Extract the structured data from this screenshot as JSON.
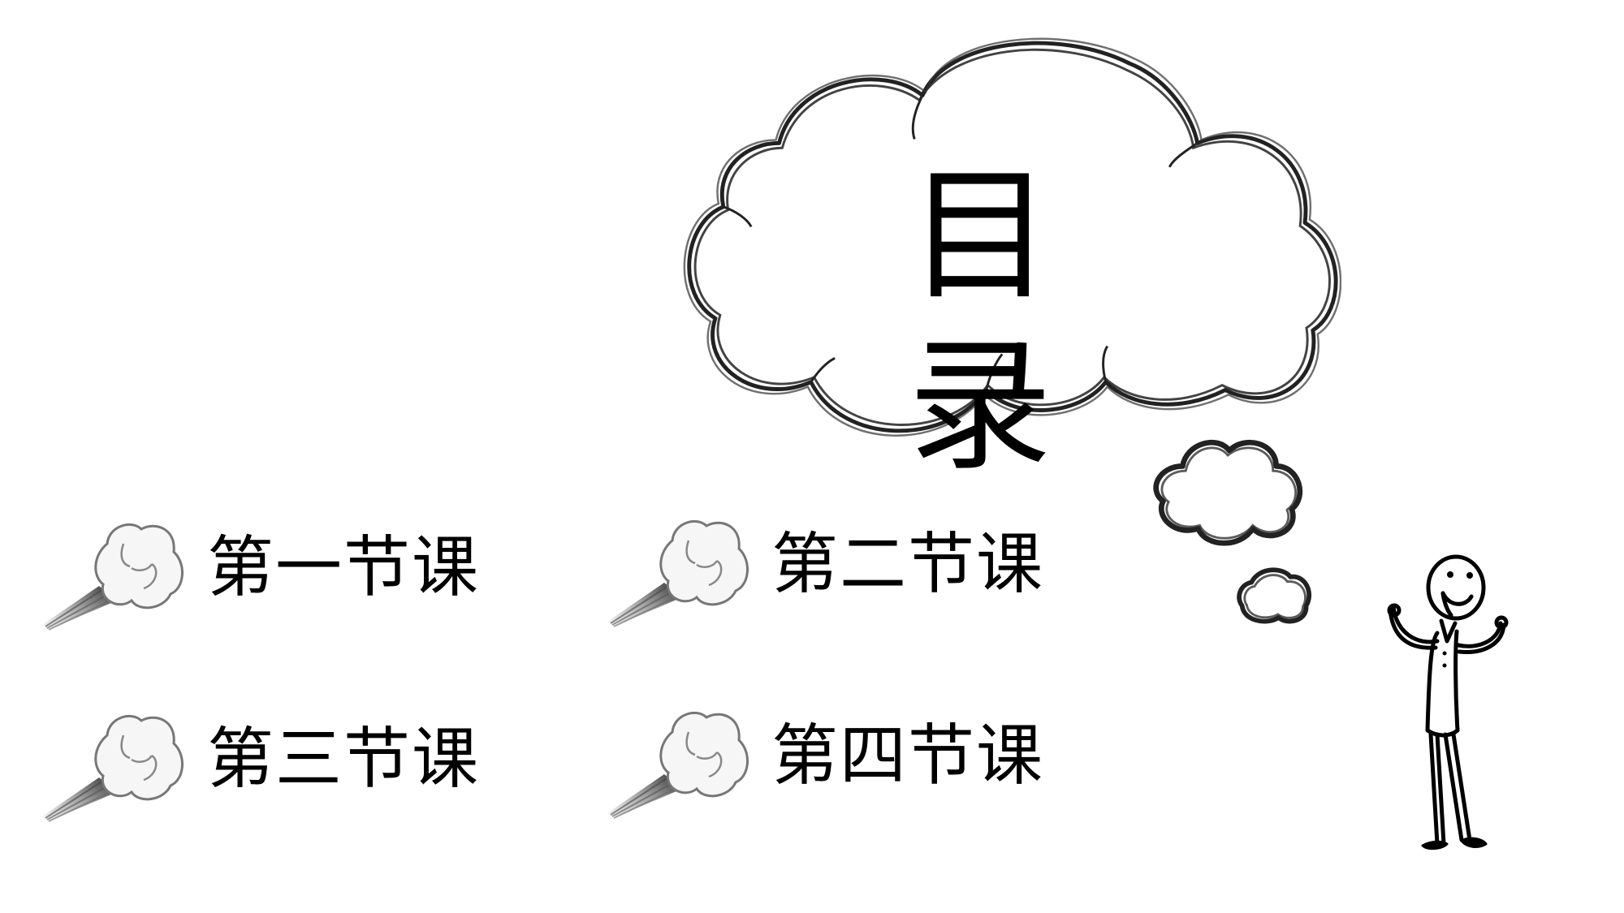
{
  "slide": {
    "title": "目录",
    "items": [
      {
        "label": "第一节课",
        "icon": "puff-cloud-icon"
      },
      {
        "label": "第二节课",
        "icon": "puff-cloud-icon"
      },
      {
        "label": "第三节课",
        "icon": "puff-cloud-icon"
      },
      {
        "label": "第四节课",
        "icon": "puff-cloud-icon"
      }
    ],
    "decorations": [
      "thought-bubble-icon",
      "stick-figure-icon"
    ]
  },
  "colors": {
    "background": "#ffffff",
    "text": "#000000",
    "sketch_stroke": "#222222"
  }
}
